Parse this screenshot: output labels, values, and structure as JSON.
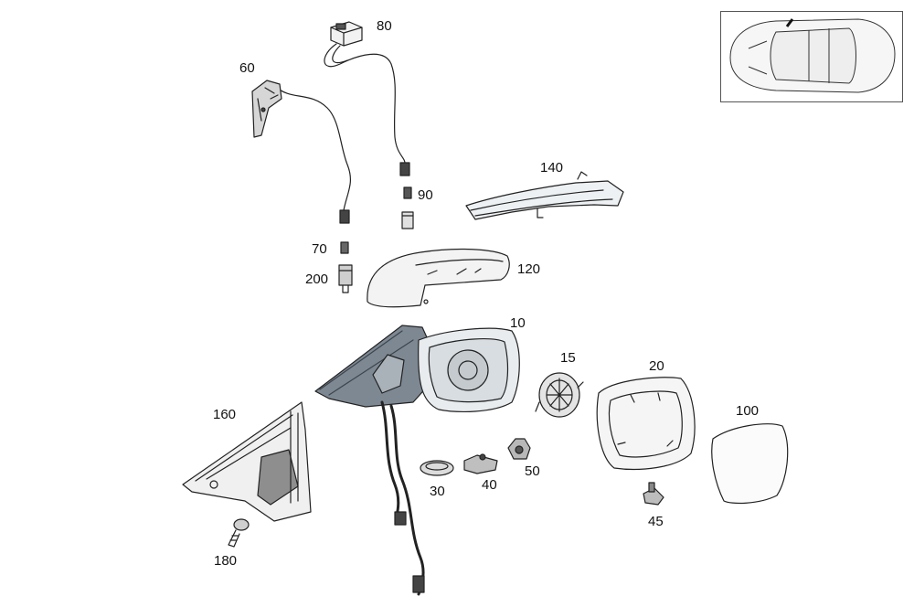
{
  "diagram": {
    "parts": [
      {
        "id": "p10",
        "label": "10"
      },
      {
        "id": "p15",
        "label": "15"
      },
      {
        "id": "p20",
        "label": "20"
      },
      {
        "id": "p30",
        "label": "30"
      },
      {
        "id": "p40",
        "label": "40"
      },
      {
        "id": "p45",
        "label": "45"
      },
      {
        "id": "p50",
        "label": "50"
      },
      {
        "id": "p60",
        "label": "60"
      },
      {
        "id": "p70",
        "label": "70"
      },
      {
        "id": "p80",
        "label": "80"
      },
      {
        "id": "p90",
        "label": "90"
      },
      {
        "id": "p100",
        "label": "100"
      },
      {
        "id": "p120",
        "label": "120"
      },
      {
        "id": "p140",
        "label": "140"
      },
      {
        "id": "p160",
        "label": "160"
      },
      {
        "id": "p180",
        "label": "180"
      },
      {
        "id": "p200",
        "label": "200"
      }
    ],
    "colors": {
      "line": "#222222",
      "shade": "#7d8893",
      "light": "#e8ecef"
    }
  }
}
